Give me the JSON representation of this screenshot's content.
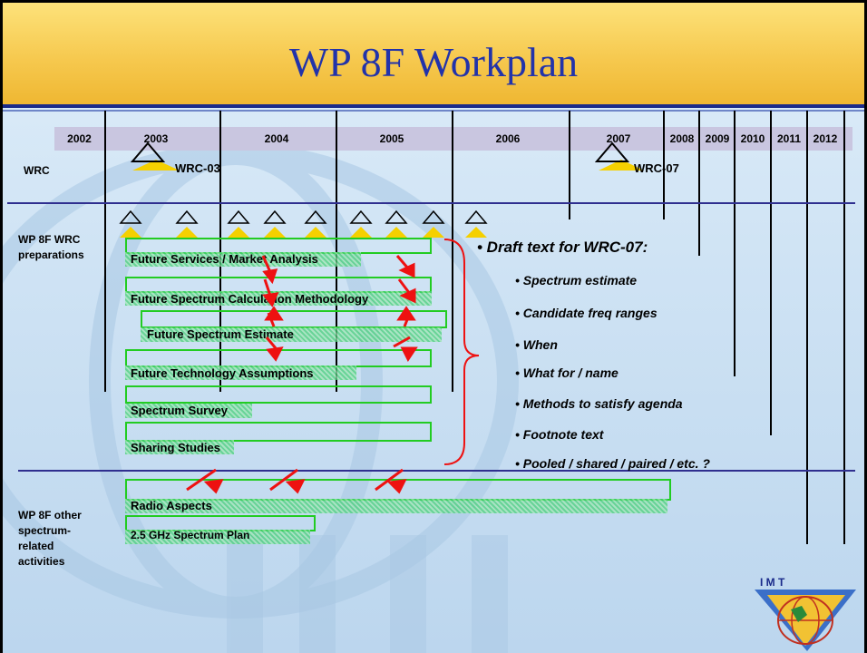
{
  "title": "WP 8F Workplan",
  "years": [
    "2002",
    "2003",
    "2004",
    "2005",
    "2006",
    "2007",
    "2008",
    "2009",
    "2010",
    "2011",
    "2012"
  ],
  "rows": {
    "wrc": "WRC",
    "prep": "WP 8F WRC preparations",
    "other": "WP 8F other spectrum-related activities"
  },
  "milestones": {
    "wrc03": "WRC-03",
    "wrc07": "WRC-07"
  },
  "bars": [
    "Future Services / Market Analysis",
    "Future Spectrum Calculation Methodology",
    "Future Spectrum Estimate",
    "Future Technology Assumptions",
    "Spectrum Survey",
    "Sharing Studies",
    "Radio Aspects",
    "2.5 GHz Spectrum Plan"
  ],
  "draft": {
    "heading": "• Draft text for WRC-07:",
    "items": [
      "• Spectrum estimate",
      "• Candidate freq ranges",
      "• When",
      "• What for / name",
      "• Methods to satisfy agenda",
      "• Footnote text",
      "• Pooled / shared / paired / etc. ?"
    ]
  },
  "logo_text": "I M T",
  "colors": {
    "title": "#2233aa",
    "bar_border": "#22cc22",
    "arrow": "#ee1111",
    "rule": "#2f2f8f"
  }
}
